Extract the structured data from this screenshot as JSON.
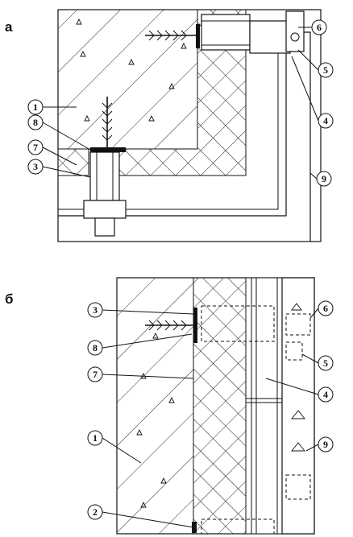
{
  "figure": {
    "panels": [
      {
        "id": "a",
        "label": "а"
      },
      {
        "id": "b",
        "label": "б"
      }
    ],
    "callouts_a": [
      "1",
      "3",
      "4",
      "5",
      "6",
      "7",
      "8",
      "9"
    ],
    "callouts_b": [
      "1",
      "2",
      "3",
      "4",
      "5",
      "6",
      "7",
      "8",
      "9"
    ]
  },
  "colors": {
    "ink": "#111111",
    "paper": "#ffffff"
  },
  "icons": [
    "anchor-dowel-icon",
    "bracket-icon",
    "triangle-aggregate-icon"
  ]
}
